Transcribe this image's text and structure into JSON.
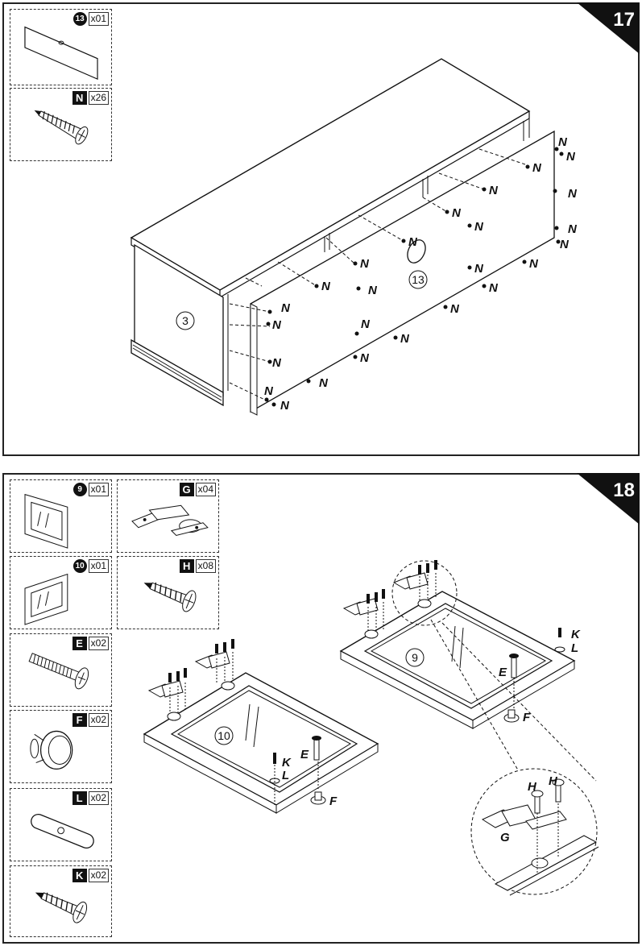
{
  "steps": [
    {
      "number": "17",
      "parts": [
        {
          "id": "13",
          "style": "circle",
          "qty": "x01"
        },
        {
          "id": "N",
          "style": "square",
          "qty": "x26"
        }
      ],
      "callouts": {
        "screw": "N",
        "panel_label": "13",
        "side_label": "3"
      }
    },
    {
      "number": "18",
      "parts": [
        {
          "id": "9",
          "style": "circle",
          "qty": "x01"
        },
        {
          "id": "G",
          "style": "square",
          "qty": "x04"
        },
        {
          "id": "10",
          "style": "circle",
          "qty": "x01"
        },
        {
          "id": "H",
          "style": "square",
          "qty": "x08"
        },
        {
          "id": "E",
          "style": "square",
          "qty": "x02"
        },
        {
          "id": "F",
          "style": "square",
          "qty": "x02"
        },
        {
          "id": "L",
          "style": "square",
          "qty": "x02"
        },
        {
          "id": "K",
          "style": "square",
          "qty": "x02"
        }
      ],
      "callouts": {
        "door_left": "10",
        "door_right": "9",
        "e": "E",
        "f": "F",
        "k": "K",
        "l": "L",
        "g": "G",
        "h": "H"
      }
    }
  ]
}
